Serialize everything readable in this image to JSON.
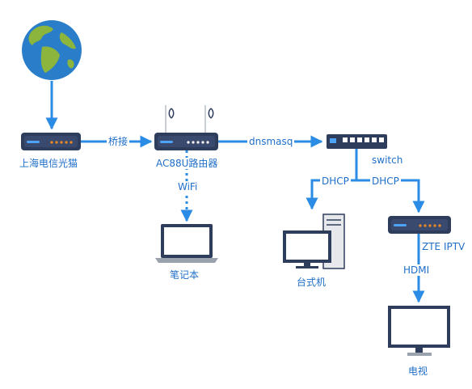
{
  "nodes": {
    "modem": "上海电信光猫",
    "router": "AC88U路由器",
    "laptop": "笔记本",
    "desktop": "台式机",
    "tv": "电视"
  },
  "edges": {
    "bridge": "桥接",
    "wifi": "WiFi",
    "dnsmasq": "dnsmasq",
    "switch": "switch",
    "dhcp_left": "DHCP",
    "dhcp_right": "DHCP",
    "iptv": "ZTE IPTV",
    "hdmi": "HDMI"
  },
  "colors": {
    "connector": "#2b8ce6",
    "label": "#1f6fc9",
    "device_body": "#2f3d5c",
    "earth_ocean": "#2a7ec9",
    "earth_land": "#8bb53d"
  }
}
